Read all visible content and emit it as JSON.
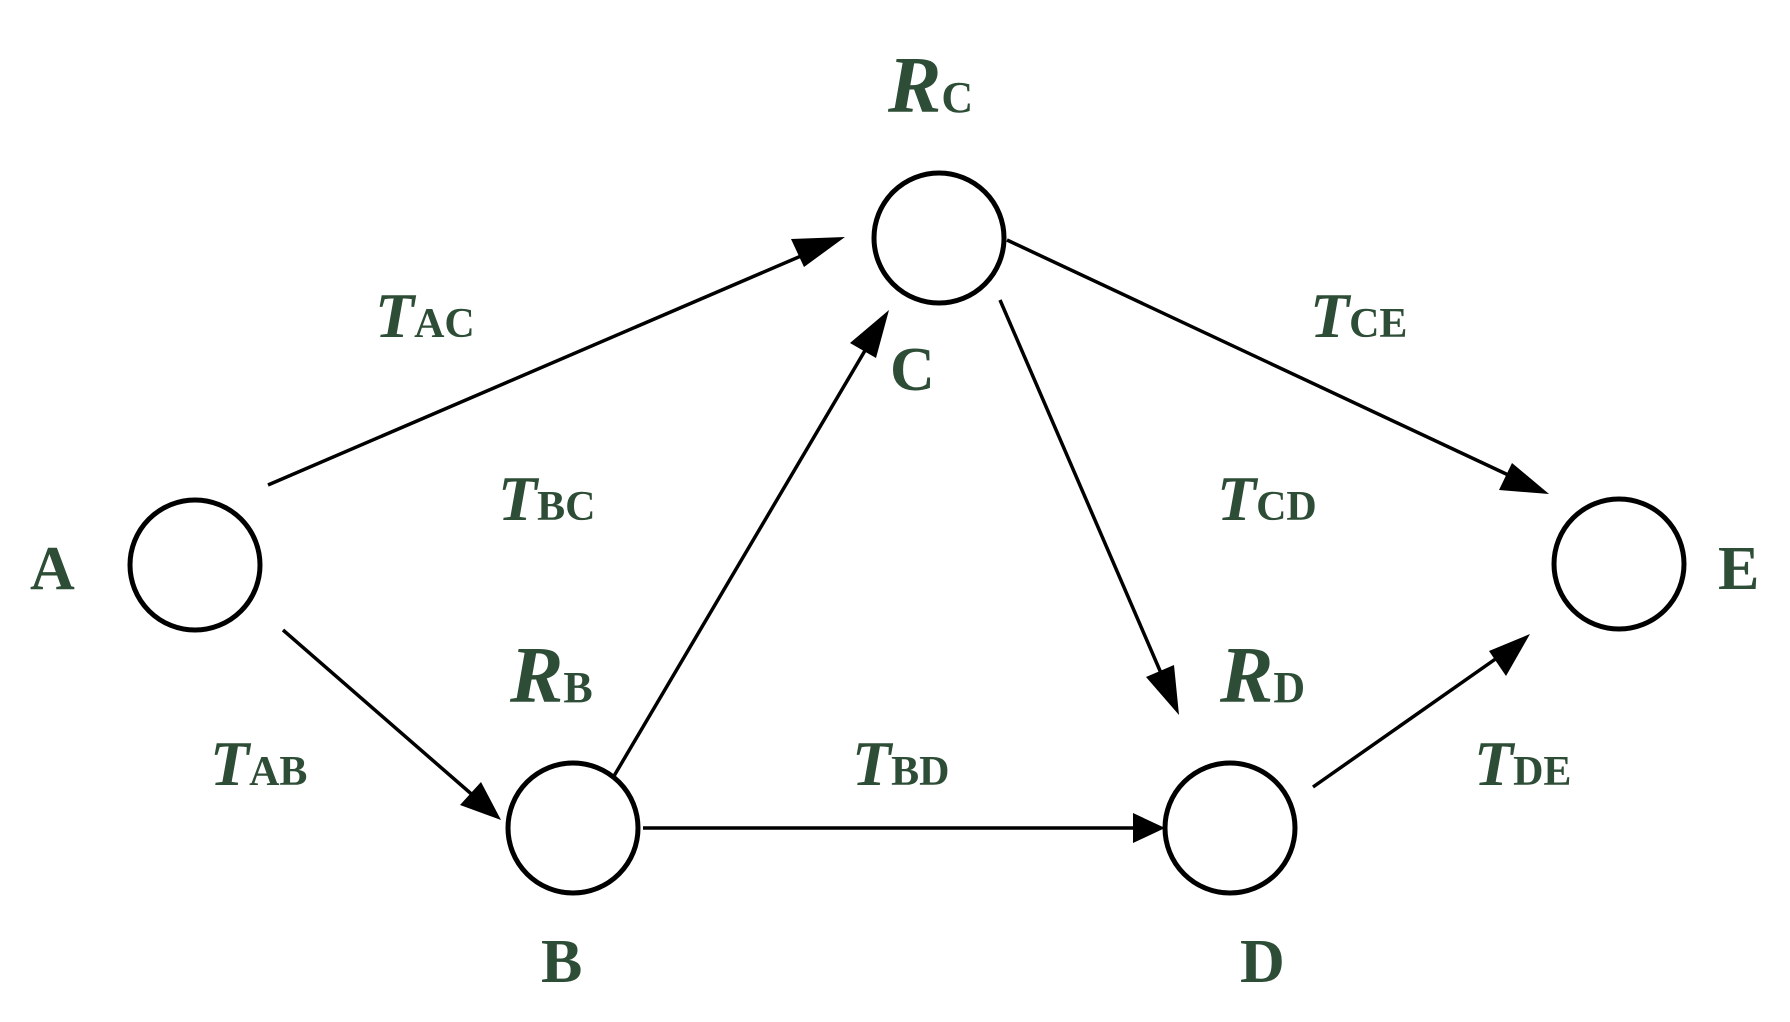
{
  "nodes": [
    {
      "id": "A",
      "label": "A"
    },
    {
      "id": "B",
      "label": "B"
    },
    {
      "id": "C",
      "label": "C"
    },
    {
      "id": "D",
      "label": "D"
    },
    {
      "id": "E",
      "label": "E"
    }
  ],
  "edges": [
    {
      "id": "AC",
      "from": "A",
      "to": "C",
      "label_main": "T",
      "label_sub": "AC"
    },
    {
      "id": "AB",
      "from": "A",
      "to": "B",
      "label_main": "T",
      "label_sub": "AB"
    },
    {
      "id": "BC",
      "from": "B",
      "to": "C",
      "label_main": "T",
      "label_sub": "BC"
    },
    {
      "id": "BD",
      "from": "B",
      "to": "D",
      "label_main": "T",
      "label_sub": "BD"
    },
    {
      "id": "CD",
      "from": "C",
      "to": "D",
      "label_main": "T",
      "label_sub": "CD"
    },
    {
      "id": "CE",
      "from": "C",
      "to": "E",
      "label_main": "T",
      "label_sub": "CE"
    },
    {
      "id": "DE",
      "from": "D",
      "to": "E",
      "label_main": "T",
      "label_sub": "DE"
    }
  ],
  "resources": [
    {
      "node": "C",
      "label_main": "R",
      "label_sub": "C"
    },
    {
      "node": "B",
      "label_main": "R",
      "label_sub": "B"
    },
    {
      "node": "D",
      "label_main": "R",
      "label_sub": "D"
    }
  ],
  "colors": {
    "label": "#2e4d37",
    "stroke": "#000000"
  }
}
